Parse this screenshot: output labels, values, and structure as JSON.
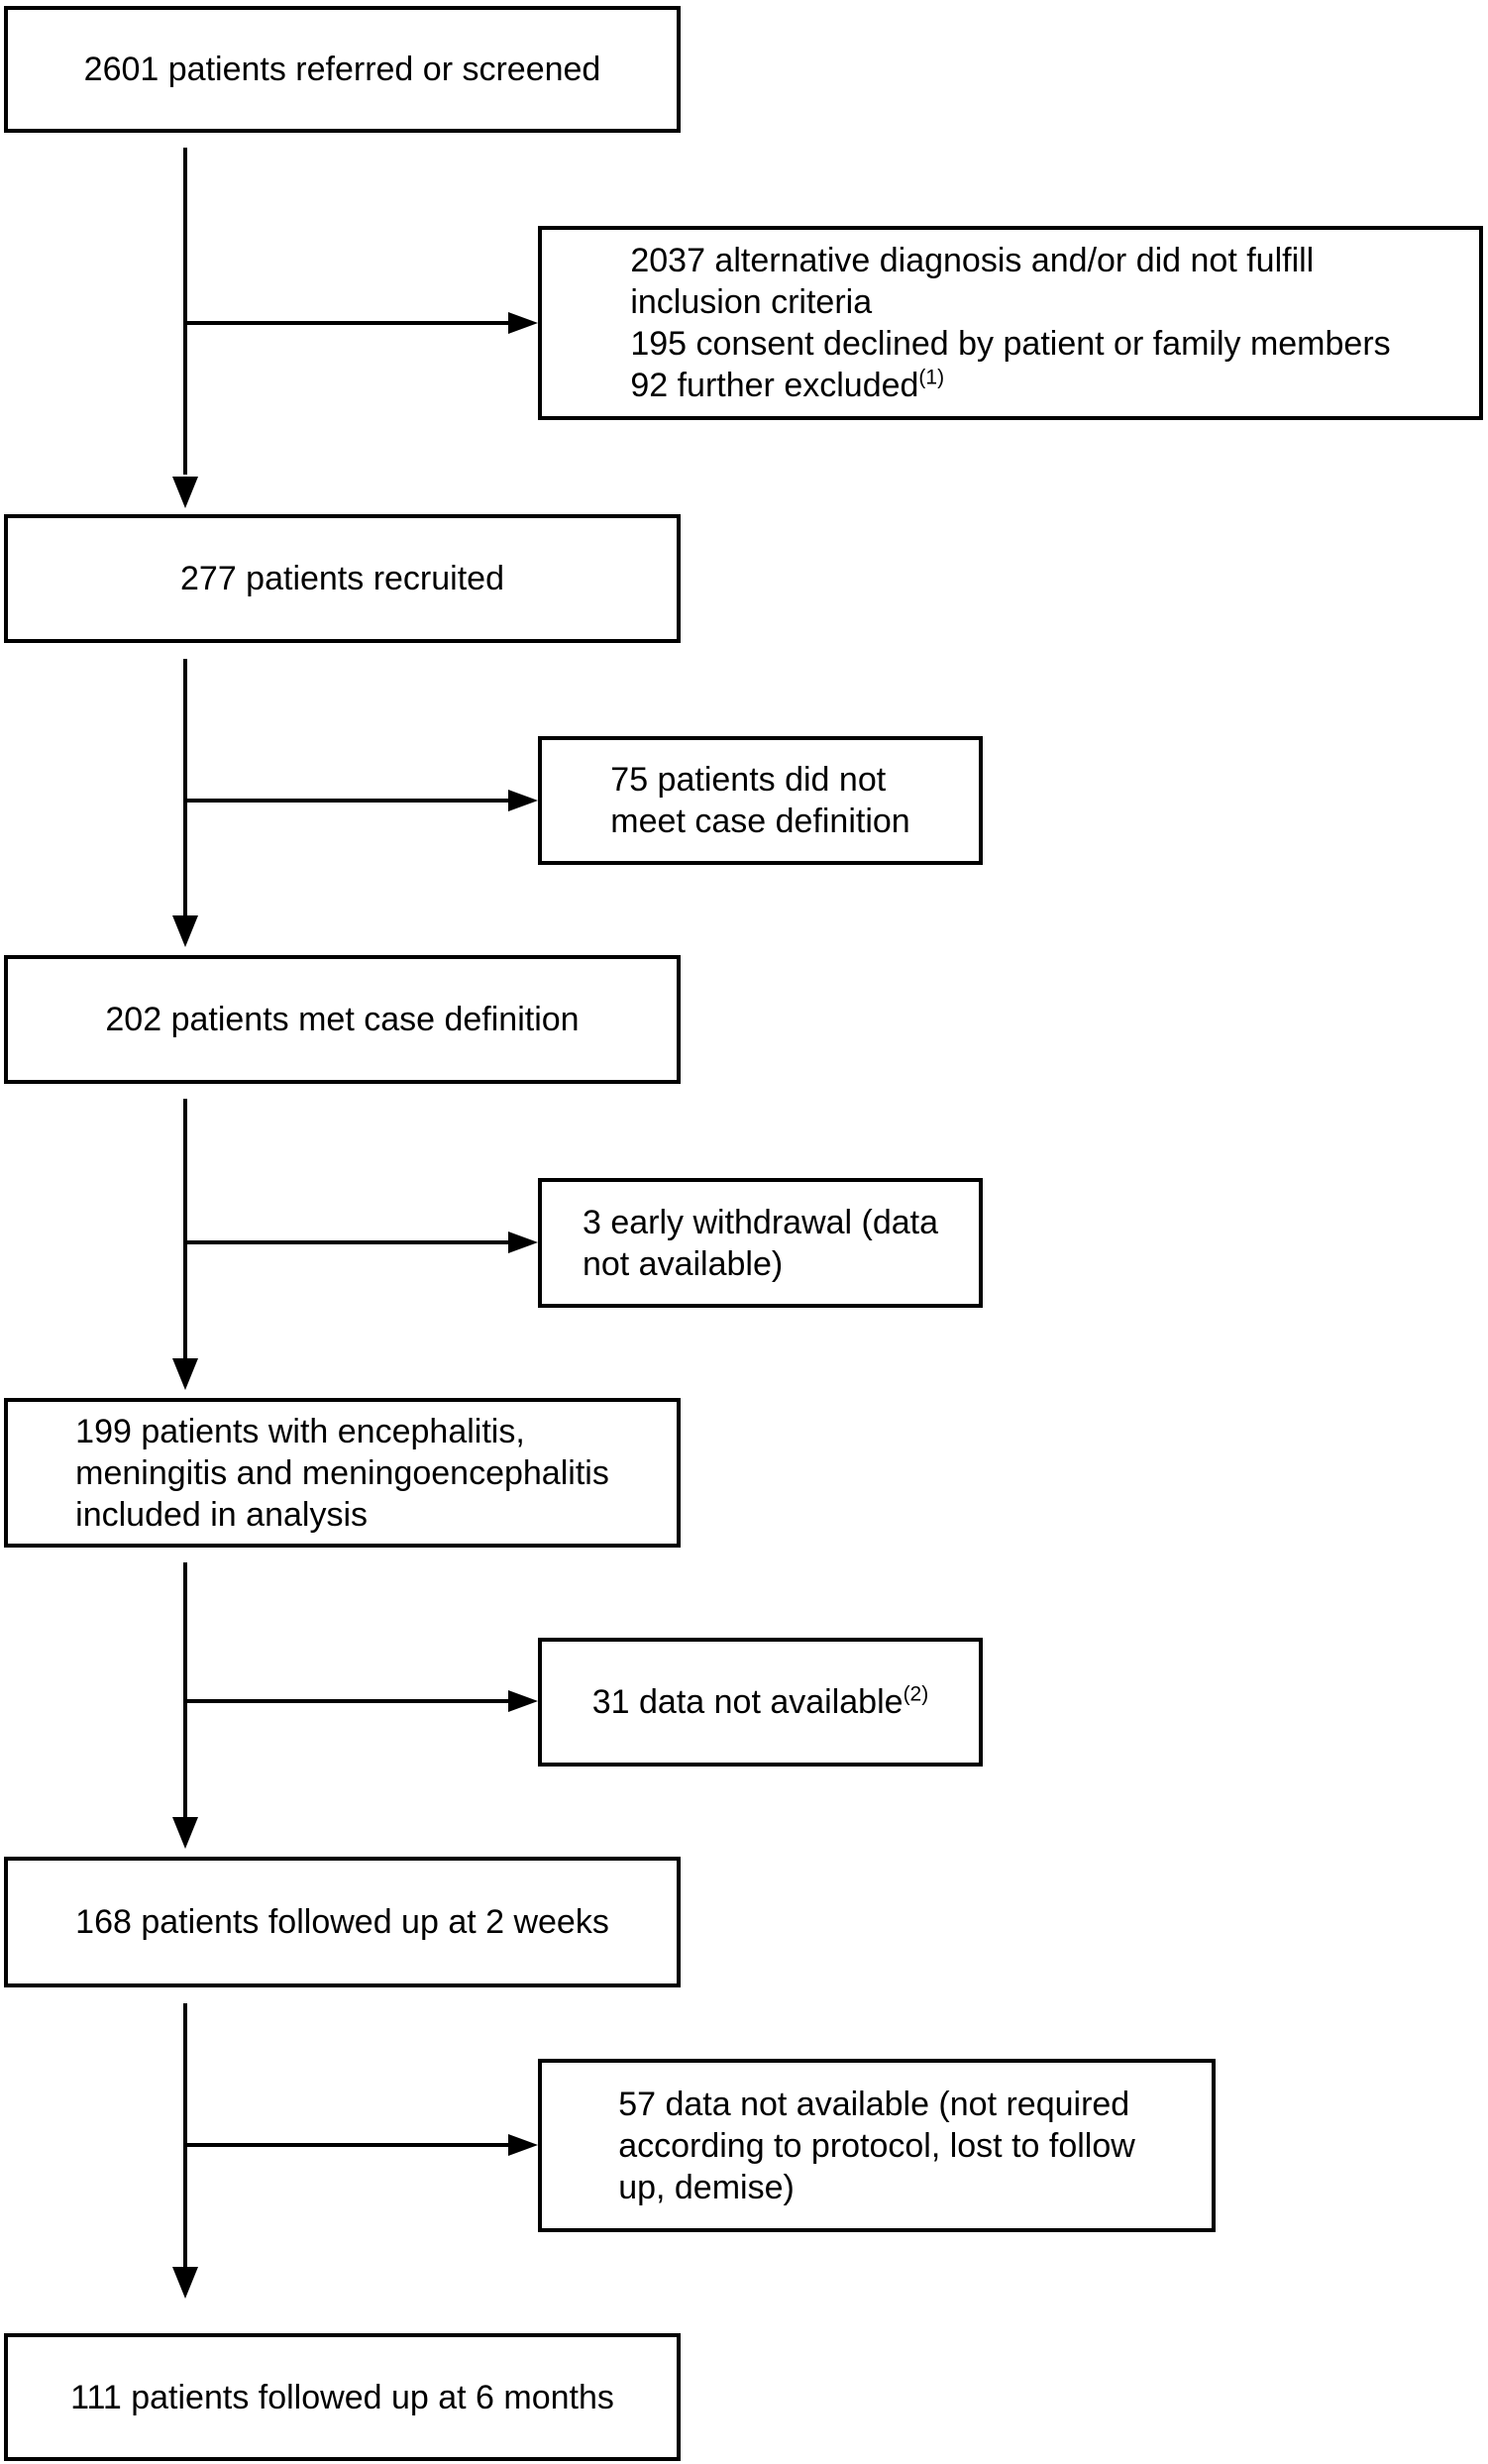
{
  "colors": {
    "background": "#ffffff",
    "line": "#000000",
    "text": "#000000"
  },
  "flow": {
    "main_nodes": [
      {
        "id": "referred-screened",
        "lines": [
          {
            "t": "2601 patients referred or screened"
          }
        ]
      },
      {
        "id": "recruited",
        "lines": [
          {
            "t": "277 patients recruited"
          }
        ]
      },
      {
        "id": "met-case-definition",
        "lines": [
          {
            "t": "202 patients met case definition"
          }
        ]
      },
      {
        "id": "included-in-analysis",
        "lines": [
          {
            "t": "199 patients with encephalitis,"
          },
          {
            "t": "meningitis and meningoencephalitis"
          },
          {
            "t": "included in analysis"
          }
        ]
      },
      {
        "id": "followed-up-2-weeks",
        "lines": [
          {
            "t": "168 patients followed up at 2 weeks"
          }
        ]
      },
      {
        "id": "followed-up-6-months",
        "lines": [
          {
            "t": "111 patients followed up at 6 months"
          }
        ]
      }
    ],
    "exclusion_nodes": [
      {
        "id": "excluded-at-screening",
        "lines": [
          {
            "t": "2037 alternative diagnosis and/or did not fulfill"
          },
          {
            "t": "inclusion criteria"
          },
          {
            "t": "195 consent declined by patient or family members"
          },
          {
            "t": "92 further excluded",
            "sup": "(1)"
          }
        ]
      },
      {
        "id": "did-not-meet-case-definition",
        "lines": [
          {
            "t": "75 patients did not"
          },
          {
            "t": "meet case definition"
          }
        ]
      },
      {
        "id": "early-withdrawal",
        "lines": [
          {
            "t": "3 early withdrawal (data"
          },
          {
            "t": "not available)"
          }
        ]
      },
      {
        "id": "data-not-available-2-weeks",
        "lines": [
          {
            "t": "31 data not available",
            "sup": "(2)"
          }
        ]
      },
      {
        "id": "data-not-available-6-months",
        "lines": [
          {
            "t": "57 data not available (not required"
          },
          {
            "t": "according to protocol, lost to follow"
          },
          {
            "t": "up, demise)"
          }
        ]
      }
    ]
  }
}
